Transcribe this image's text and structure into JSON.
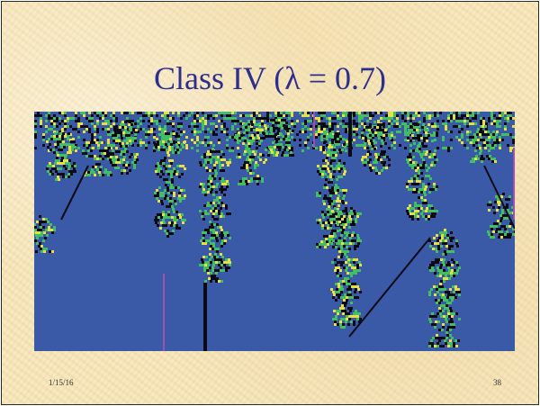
{
  "slide": {
    "title": "Class IV (λ = 0.7)",
    "date": "1/15/16",
    "page_number": "38"
  },
  "automaton": {
    "class": "IV",
    "lambda": 0.7,
    "colors": {
      "background": "#3a5aa8",
      "black": "#0a0a14",
      "green": "#40c060",
      "yellow": "#e8e040",
      "magenta": "#a050b0"
    }
  }
}
